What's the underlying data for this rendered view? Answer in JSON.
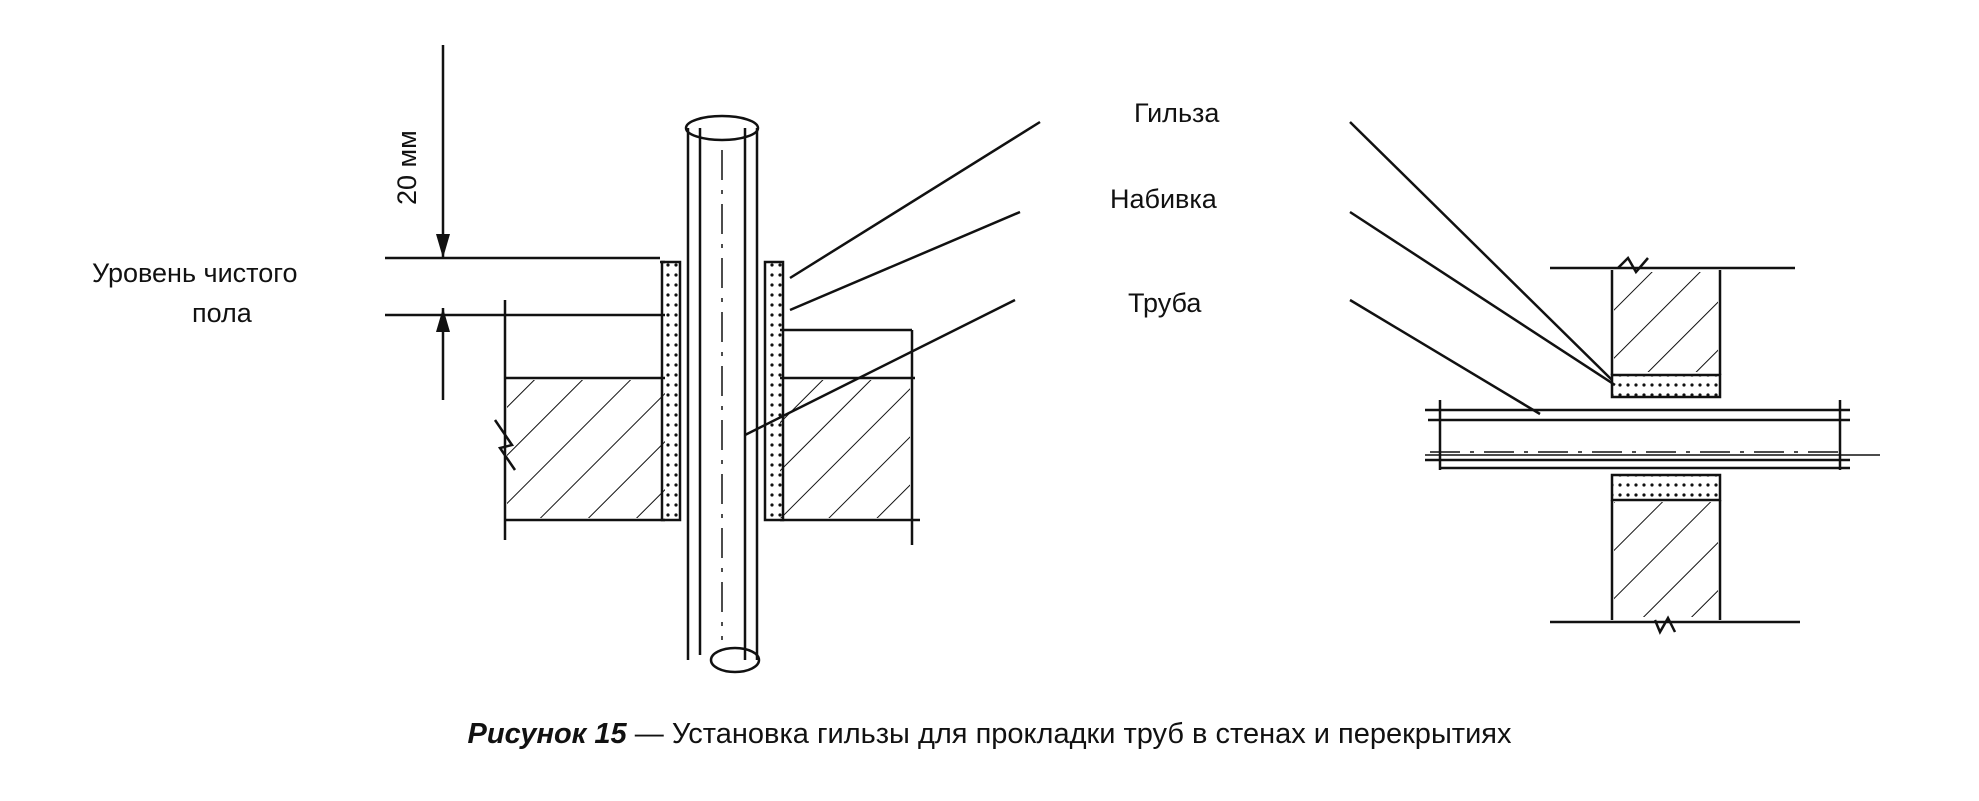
{
  "labels": {
    "sleeve": "Гильза",
    "packing": "Набивка",
    "pipe": "Труба",
    "floor_level_line1": "Уровень чистого",
    "floor_level_line2": "пола",
    "dimension": "20 мм"
  },
  "caption": {
    "figure": "Рисунок 15",
    "separator": " — ",
    "text": "Установка гильзы для прокладки труб в стенах и перекрытиях"
  }
}
